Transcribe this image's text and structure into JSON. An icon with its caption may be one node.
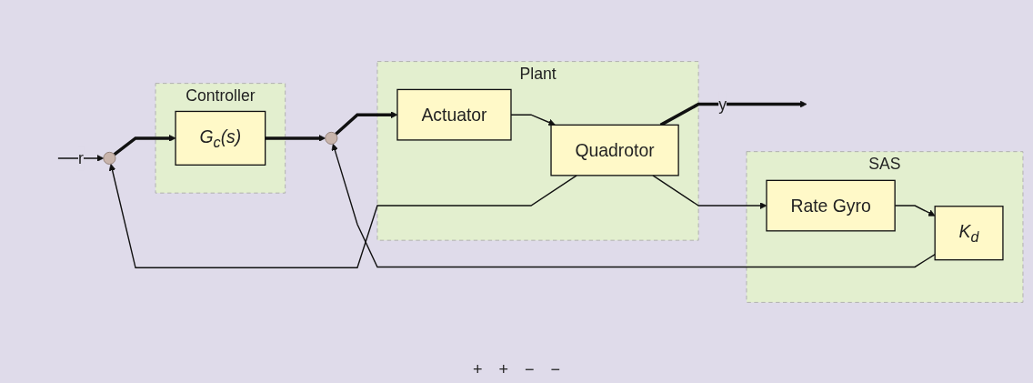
{
  "diagram": {
    "nodes": [
      {
        "text": [],
        "shape": "circle"
      },
      {
        "text": [
          "Controller"
        ]
      },
      {
        "text": [
          "G$_{c}$(s)"
        ],
        "in": 1
      },
      {
        "text": [],
        "shape": "circle"
      },
      {
        "text": [
          "Plant"
        ]
      },
      {
        "text": [
          "Actuator"
        ],
        "in": 4
      },
      {
        "text": [
          "Quadrotor"
        ],
        "in": 4
      },
      {
        "text": [
          "SAS"
        ]
      },
      {
        "text": [
          "K$_{d}$"
        ],
        "in": 7
      },
      {
        "text": [
          "Rate Gyro"
        ],
        "in": 7
      }
    ],
    "edges": [
      {
        "from": null,
        "to": 0,
        "arrow": "to",
        "label": "r"
      },
      {
        "from": 0,
        "to": 2,
        "arrow": "to",
        "style": "thick"
      },
      {
        "from": 2,
        "to": 3,
        "arrow": "to",
        "style": "thick"
      },
      {
        "from": 3,
        "to": 5,
        "arrow": "to",
        "style": "thick"
      },
      {
        "from": 5,
        "to": 6,
        "arrow": "to"
      },
      {
        "from": 6,
        "to": null,
        "arrow": "to",
        "label": "y",
        "style": "thick"
      },
      {
        "from": 6,
        "to": 9,
        "arrow": "to"
      },
      {
        "from": 9,
        "to": 8,
        "arrow": "to"
      },
      {
        "from": 8,
        "to": 3,
        "arrow": "to"
      },
      {
        "from": 6,
        "to": 0,
        "arrow": "to"
      }
    ],
    "labels": [
      "+",
      "+",
      "−",
      "−"
    ]
  }
}
